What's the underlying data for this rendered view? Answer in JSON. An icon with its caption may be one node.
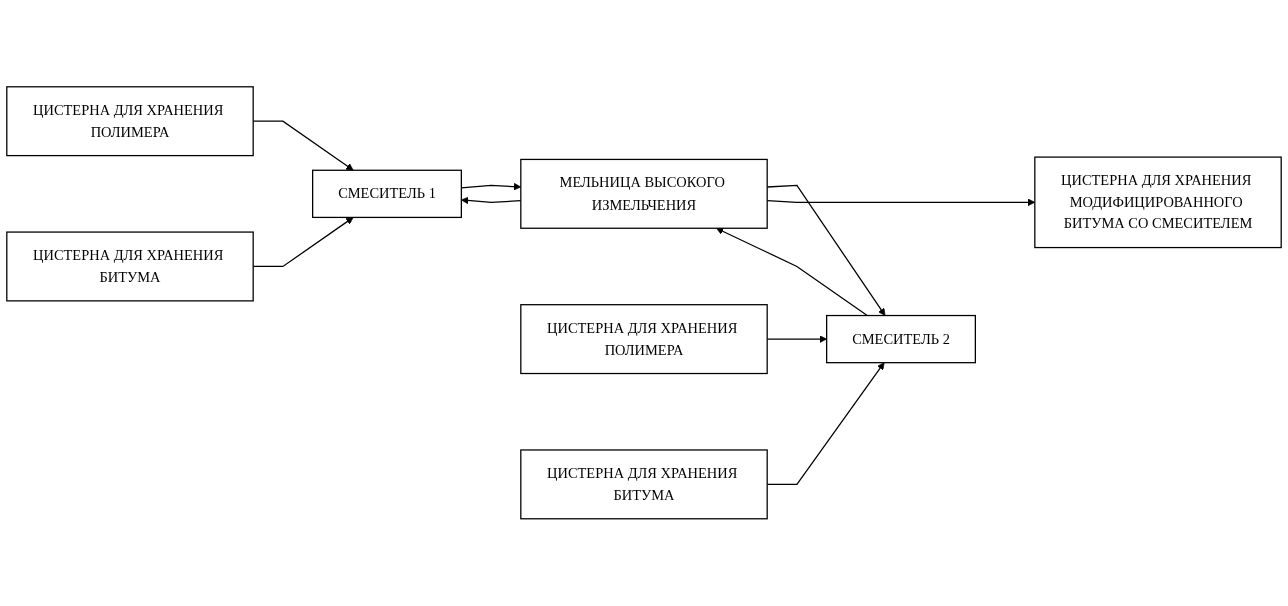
{
  "diagram": {
    "nodes": [
      {
        "text": [
          "ЦИСТЕРНА ДЛЯ ХРАНЕНИЯ ПОЛИМЕРА"
        ]
      },
      {
        "text": [
          "ЦИСТЕРНА ДЛЯ ХРАНЕНИЯ БИТУМА"
        ]
      },
      {
        "text": [
          "СМЕСИТЕЛЬ 1"
        ]
      },
      {
        "text": [
          "МЕЛЬНИЦА ВЫСОКОГО ИЗМЕЛЬЧЕНИЯ"
        ]
      },
      {
        "text": [
          "ЦИСТЕРНА ДЛЯ ХРАНЕНИЯ МОДИФИЦИРОВАННОГО БИТУМА СО СМЕСИТЕЛЕМ"
        ]
      },
      {
        "text": [
          "ЦИСТЕРНА ДЛЯ ХРАНЕНИЯ ПОЛИМЕРА"
        ]
      },
      {
        "text": [
          "СМЕСИТЕЛЬ 2"
        ]
      },
      {
        "text": [
          "ЦИСТЕРНА ДЛЯ ХРАНЕНИЯ БИТУМА"
        ]
      }
    ],
    "edges": [
      {
        "from": 0,
        "to": 2,
        "arrow": "to"
      },
      {
        "from": 1,
        "to": 2,
        "arrow": "to"
      },
      {
        "from": 2,
        "to": 3,
        "arrow": "to"
      },
      {
        "from": 3,
        "to": 2,
        "arrow": "to"
      },
      {
        "from": 3,
        "to": 6,
        "arrow": "to"
      },
      {
        "from": 6,
        "to": 3,
        "arrow": "to"
      },
      {
        "from": 5,
        "to": 6,
        "arrow": "to"
      },
      {
        "from": 7,
        "to": 6,
        "arrow": "to"
      },
      {
        "from": 3,
        "to": 4,
        "arrow": "to"
      }
    ]
  }
}
